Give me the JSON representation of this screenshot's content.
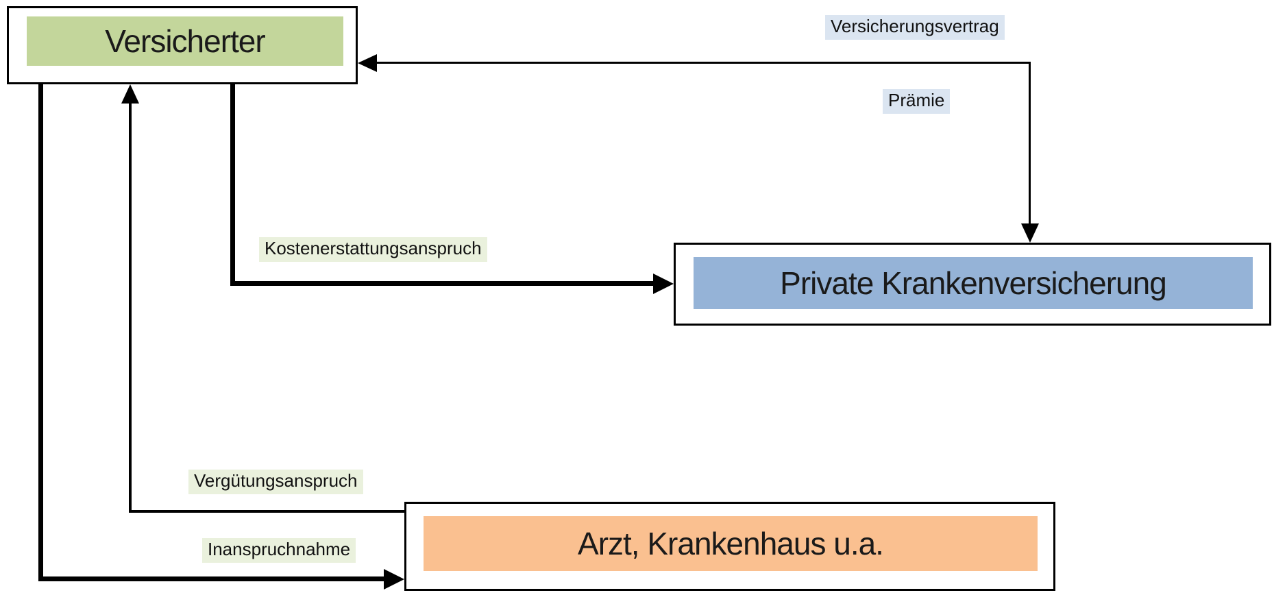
{
  "diagram": {
    "nodes": {
      "versicherter": {
        "label": "Versicherter",
        "fill": "#c3d69b"
      },
      "private_krankenversicherung": {
        "label": "Private Krankenversicherung",
        "fill": "#95b3d7"
      },
      "arzt_krankenhaus": {
        "label": "Arzt, Krankenhaus u.a.",
        "fill": "#fac090"
      }
    },
    "edge_labels": {
      "versicherungsvertrag": "Versicherungsvertrag",
      "praemie": "Prämie",
      "kostenerstattungsanspruch": "Kostenerstattungsanspruch",
      "verguetungsanspruch": "Vergütungsanspruch",
      "inanspruchnahme": "Inanspruchnahme"
    },
    "colors": {
      "label_bg_blue": "#dbe5f1",
      "label_bg_green": "#eaf1dd",
      "line": "#000000",
      "background": "#ffffff"
    }
  }
}
